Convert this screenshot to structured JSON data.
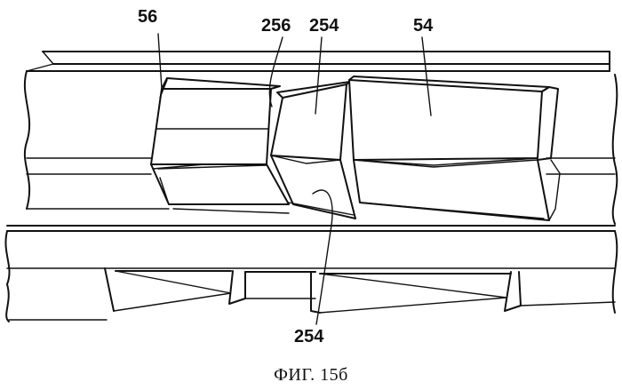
{
  "figure": {
    "caption": "ФИГ. 15б",
    "labels": {
      "ref_56": "56",
      "ref_256": "256",
      "ref_254_top": "254",
      "ref_54": "54",
      "ref_254_bottom": "254"
    }
  }
}
